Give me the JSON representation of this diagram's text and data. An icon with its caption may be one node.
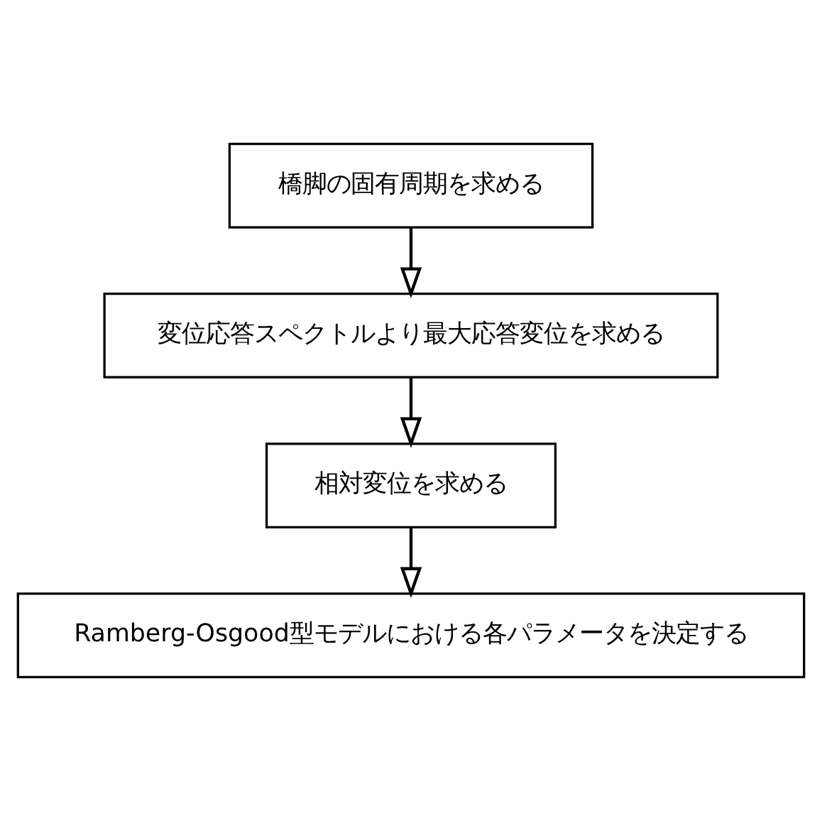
{
  "diagram": {
    "nodes": [
      {
        "text": [
          "橋脚の固有周期を求める"
        ]
      },
      {
        "text": [
          "変位応答スペクトルより最大応答変位を求める"
        ]
      },
      {
        "text": [
          "相対変位を求める"
        ]
      },
      {
        "text": [
          "Ramberg-Osgood型モデルにおける各パラメータを決定する"
        ]
      }
    ],
    "edges": [
      {
        "from": 0,
        "to": 1,
        "arrow": "to"
      },
      {
        "from": 1,
        "to": 2,
        "arrow": "to"
      },
      {
        "from": 2,
        "to": 3,
        "arrow": "to"
      }
    ]
  }
}
